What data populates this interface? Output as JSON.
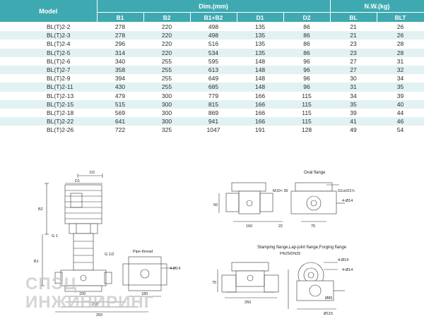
{
  "table": {
    "headers": {
      "model": "Model",
      "dim": "Dim.(mm)",
      "nw": "N.W.(kg)",
      "sub": [
        "B1",
        "B2",
        "B1+B2",
        "D1",
        "D2",
        "BL",
        "BLT"
      ]
    },
    "rows": [
      [
        "BL(T)2-2",
        "278",
        "220",
        "498",
        "135",
        "86",
        "21",
        "26"
      ],
      [
        "BL(T)2-3",
        "278",
        "220",
        "498",
        "135",
        "86",
        "21",
        "26"
      ],
      [
        "BL(T)2-4",
        "296",
        "220",
        "516",
        "135",
        "86",
        "23",
        "28"
      ],
      [
        "BL(T)2-5",
        "314",
        "220",
        "534",
        "135",
        "86",
        "23",
        "28"
      ],
      [
        "BL(T)2-6",
        "340",
        "255",
        "595",
        "148",
        "96",
        "27",
        "31"
      ],
      [
        "BL(T)2-7",
        "358",
        "255",
        "613",
        "148",
        "96",
        "27",
        "32"
      ],
      [
        "BL(T)2-9",
        "394",
        "255",
        "649",
        "148",
        "96",
        "30",
        "34"
      ],
      [
        "BL(T)2-11",
        "430",
        "255",
        "685",
        "148",
        "96",
        "31",
        "35"
      ],
      [
        "BL(T)2-13",
        "479",
        "300",
        "779",
        "166",
        "115",
        "34",
        "39"
      ],
      [
        "BL(T)2-15",
        "515",
        "300",
        "815",
        "166",
        "115",
        "35",
        "40"
      ],
      [
        "BL(T)2-18",
        "569",
        "300",
        "869",
        "166",
        "115",
        "39",
        "44"
      ],
      [
        "BL(T)2-22",
        "641",
        "300",
        "941",
        "166",
        "115",
        "41",
        "46"
      ],
      [
        "BL(T)2-26",
        "722",
        "325",
        "1047",
        "191",
        "128",
        "49",
        "54"
      ]
    ]
  },
  "drawings": {
    "pump": {
      "d2": "D2",
      "d1": "D1",
      "b2": "B2",
      "b1": "B1",
      "g1": "G 1",
      "g1b": "G 1/2",
      "pipe_thread": "Pipe thread",
      "bolt": "4-Ø14",
      "dim_100": "100",
      "dim_180": "180",
      "dim_210": "210",
      "dim_250": "250"
    },
    "oval": {
      "title": "Oval flange",
      "m10": "M10× 35",
      "g1": "G1orD1¼",
      "bolt": "4-Ø14",
      "dim_50": "50",
      "dim_160": "160",
      "dim_22": "22",
      "dim_75": "75"
    },
    "stamping": {
      "title": "Stamping flange,Lap-joint flange,Forging flange",
      "pn": "PN25/DN25",
      "bolt1": "4-Ø14",
      "bolt2": "4-Ø14",
      "dim_75": "75",
      "dim_250": "250",
      "d85": "Ø85",
      "d115": "Ø115"
    }
  },
  "watermark": {
    "line1": "СПЭЦ",
    "line2": "ИНЖИНИРИНГ"
  },
  "colors": {
    "header_bg": "#3fa9b1",
    "row_alt": "#e2f2f3"
  }
}
